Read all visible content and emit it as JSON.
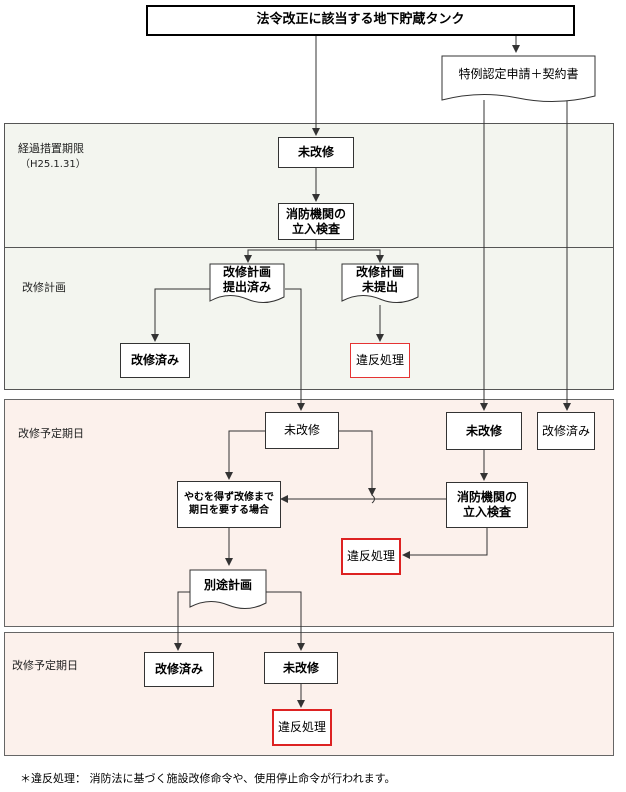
{
  "title_box": "法令改正に該当する地下貯蔵タンク",
  "special_doc": "特例認定申請＋契約書",
  "sections": {
    "transition": {
      "label": "経過措置期限",
      "date": "（H25.1.31）"
    },
    "plan": {
      "label": "改修計画"
    },
    "scheduled": {
      "label": "改修予定期日"
    },
    "scheduled2": {
      "label": "改修予定期日"
    }
  },
  "nodes": {
    "unrepaired_1": "未改修",
    "fire_inspection_1": "消防機関の\n立入検査",
    "plan_submitted": "改修計画\n提出済み",
    "plan_not_submitted": "改修計画\n未提出",
    "repaired_1": "改修済み",
    "violation_1": "違反処理",
    "unrepaired_2": "未改修",
    "unrepaired_3": "未改修",
    "repaired_2": "改修済み",
    "unavoidable": "やむを得ず改修まで\n期日を要する場合",
    "fire_inspection_2": "消防機関の\n立入検査",
    "violation_2": "違反処理",
    "separate_plan": "別途計画",
    "repaired_3": "改修済み",
    "unrepaired_4": "未改修",
    "violation_3": "違反処理"
  },
  "footnote": "＊違反処理：  消防法に基づく施設改修命令や、使用停止命令が行われます。"
}
